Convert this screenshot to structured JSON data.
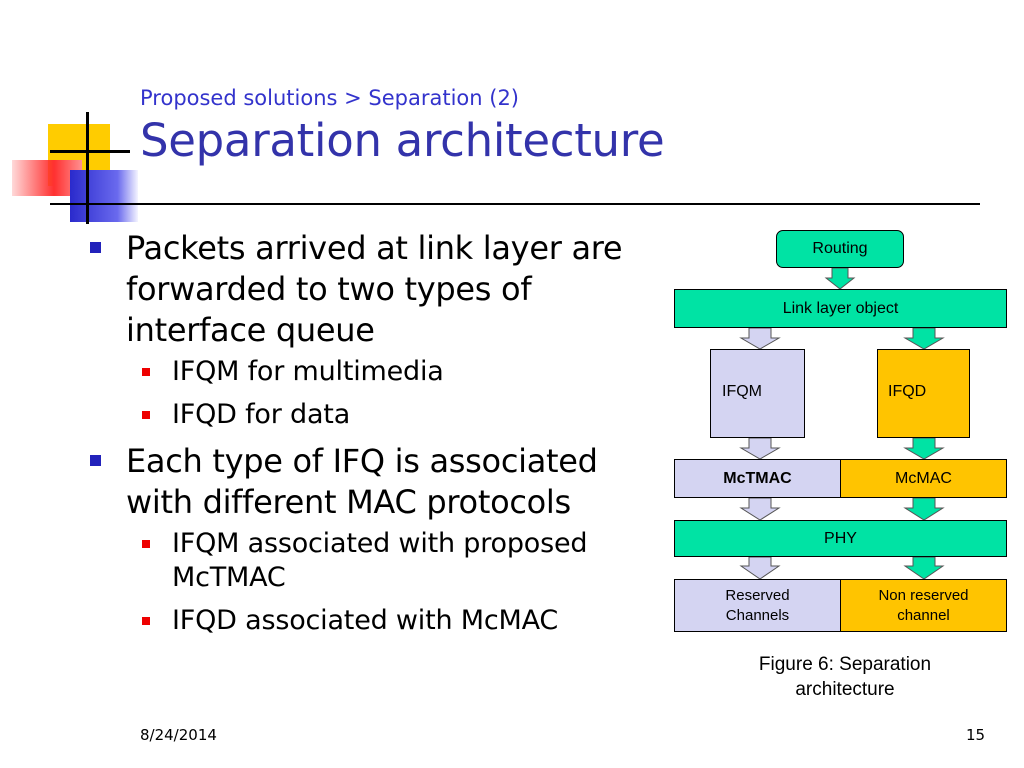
{
  "header": {
    "breadcrumb": "Proposed solutions > Separation (2)",
    "title": "Separation architecture"
  },
  "bullets": [
    {
      "text": "Packets arrived at link layer are forwarded to two types of interface queue",
      "sub": [
        "IFQM for multimedia",
        "IFQD for data"
      ]
    },
    {
      "text": "Each type of IFQ is associated with different MAC protocols",
      "sub": [
        "IFQM associated with proposed McTMAC",
        "IFQD associated with McMAC"
      ]
    }
  ],
  "diagram": {
    "routing": "Routing",
    "link_layer": "Link layer object",
    "ifqm": "IFQM",
    "ifqd": "IFQD",
    "mctmac": "McTMAC",
    "mcmac": "McMAC",
    "phy": "PHY",
    "reserved": "Reserved Channels",
    "non_reserved": "Non reserved channel",
    "caption": "Figure 6: Separation architecture",
    "colors": {
      "green": "#00e3a4",
      "lavender": "#d4d4f2",
      "gold": "#ffc400"
    }
  },
  "footer": {
    "date": "8/24/2014",
    "page": "15"
  }
}
